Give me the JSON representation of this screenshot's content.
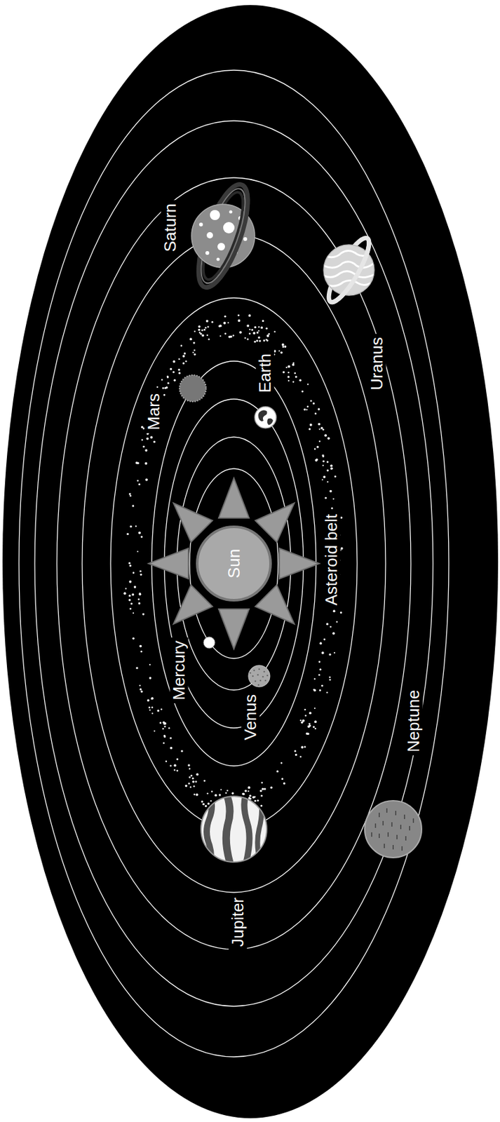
{
  "diagram": {
    "nodes": [
      {
        "text": [
          "Sun"
        ]
      }
    ],
    "labels": [
      "Saturn",
      "Uranus",
      "Mars",
      "Earth",
      "Asteroid belt",
      "Mercury",
      "Venus",
      "Neptune",
      "Jupiter"
    ]
  }
}
